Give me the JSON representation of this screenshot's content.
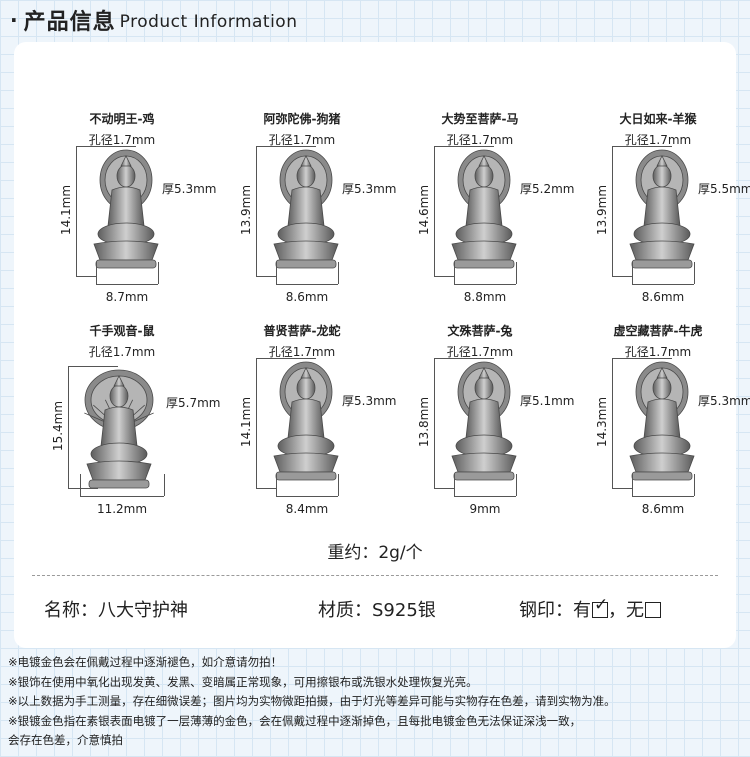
{
  "header": {
    "bullet": "·",
    "title_cn": "产品信息",
    "title_en": "Product Information"
  },
  "products": [
    {
      "name": "不动明王-鸡",
      "hole": "孔径1.7mm",
      "height": "14.1mm",
      "width": "8.7mm",
      "thickness": "厚5.3mm"
    },
    {
      "name": "阿弥陀佛-狗猪",
      "hole": "孔径1.7mm",
      "height": "13.9mm",
      "width": "8.6mm",
      "thickness": "厚5.3mm"
    },
    {
      "name": "大势至菩萨-马",
      "hole": "孔径1.7mm",
      "height": "14.6mm",
      "width": "8.8mm",
      "thickness": "厚5.2mm"
    },
    {
      "name": "大日如来-羊猴",
      "hole": "孔径1.7mm",
      "height": "13.9mm",
      "width": "8.6mm",
      "thickness": "厚5.5mm"
    },
    {
      "name": "千手观音-鼠",
      "hole": "孔径1.7mm",
      "height": "15.4mm",
      "width": "11.2mm",
      "thickness": "厚5.7mm"
    },
    {
      "name": "普贤菩萨-龙蛇",
      "hole": "孔径1.7mm",
      "height": "14.1mm",
      "width": "8.4mm",
      "thickness": "厚5.3mm"
    },
    {
      "name": "文殊菩萨-兔",
      "hole": "孔径1.7mm",
      "height": "13.8mm",
      "width": "9mm",
      "thickness": "厚5.1mm"
    },
    {
      "name": "虚空藏菩萨-牛虎",
      "hole": "孔径1.7mm",
      "height": "14.3mm",
      "width": "8.6mm",
      "thickness": "厚5.3mm"
    }
  ],
  "weight": "重约：2g/个",
  "specs": {
    "name": "名称：八大守护神",
    "material": "材质：S925银",
    "stamp_prefix": "钢印：有",
    "stamp_sep": "，无",
    "stamp_yes_mark": "✓"
  },
  "notes": [
    "※电镀金色会在佩戴过程中逐渐褪色，如介意请勿拍！",
    "※银饰在使用中氧化出现发黄、发黑、变暗属正常现象，可用擦银布或洗银水处理恢复光亮。",
    "※以上数据为手工测量，存在细微误差；图片均为实物微距拍摄，由于灯光等差异可能与实物存在色差，请到实物为准。",
    "※银镀金色指在素银表面电镀了一层薄薄的金色，会在佩戴过程中逐渐掉色，且每批电镀金色无法保证深浅一致，",
    "会存在色差，介意慎拍"
  ],
  "colors": {
    "background": "#eef5fb",
    "card": "#ffffff",
    "silver_dark": "#6d6d6d",
    "silver_light": "#c9c9c9"
  }
}
